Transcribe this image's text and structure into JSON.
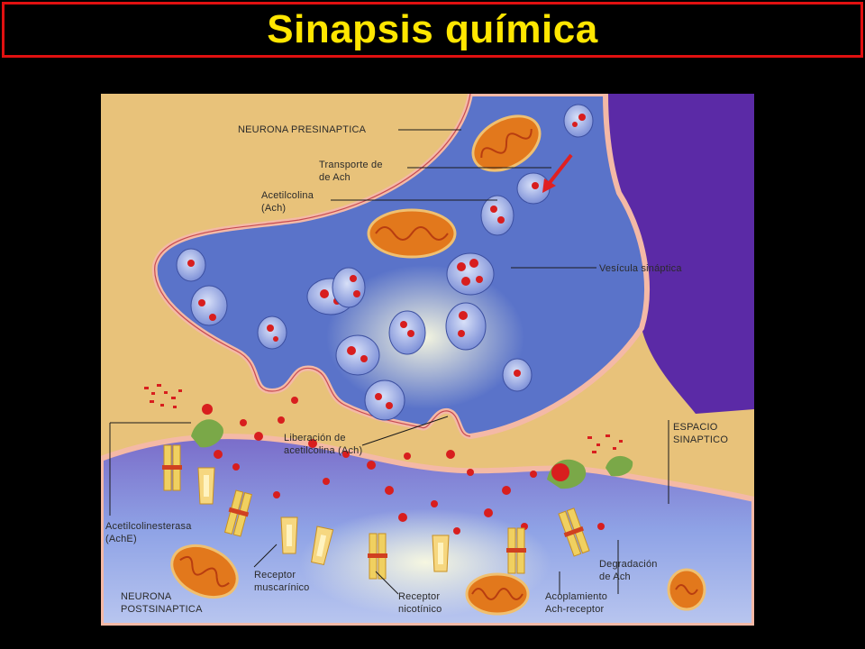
{
  "title": "Sinapsis química",
  "colors": {
    "title_text": "#ffe600",
    "title_border": "#e01010",
    "background": "#000000",
    "cytoplasm_beige": "#e8c27a",
    "presynaptic_fill": "#5a73c9",
    "axon_purple": "#5b2aa6",
    "acetylcholine": "#d81e1e",
    "mitochondria": "#e2781c"
  },
  "labels": {
    "presynaptic_neuron": "NEURONA PRESINAPTICA",
    "ach_transport_l1": "Transporte de",
    "ach_transport_l2": "de Ach",
    "acetylcholine_l1": "Acetilcolina",
    "acetylcholine_l2": "(Ach)",
    "synaptic_vesicle": "Vesícula sináptica",
    "ach_release_l1": "Liberación de",
    "ach_release_l2": "acetilcolina (Ach)",
    "synaptic_cleft_l1": "ESPACIO",
    "synaptic_cleft_l2": "SINAPTICO",
    "acetylcholinesterase_l1": "Acetilcolinesterasa",
    "acetylcholinesterase_l2": "(AchE)",
    "muscarinic_receptor_l1": "Receptor",
    "muscarinic_receptor_l2": "muscarínico",
    "nicotinic_receptor_l1": "Receptor",
    "nicotinic_receptor_l2": "nicotínico",
    "ach_degradation_l1": "Degradación",
    "ach_degradation_l2": "de Ach",
    "coupling_l1": "Acoplamiento",
    "coupling_l2": "Ach-receptor",
    "postsynaptic_neuron_l1": "NEURONA",
    "postsynaptic_neuron_l2": "POSTSINAPTICA"
  }
}
